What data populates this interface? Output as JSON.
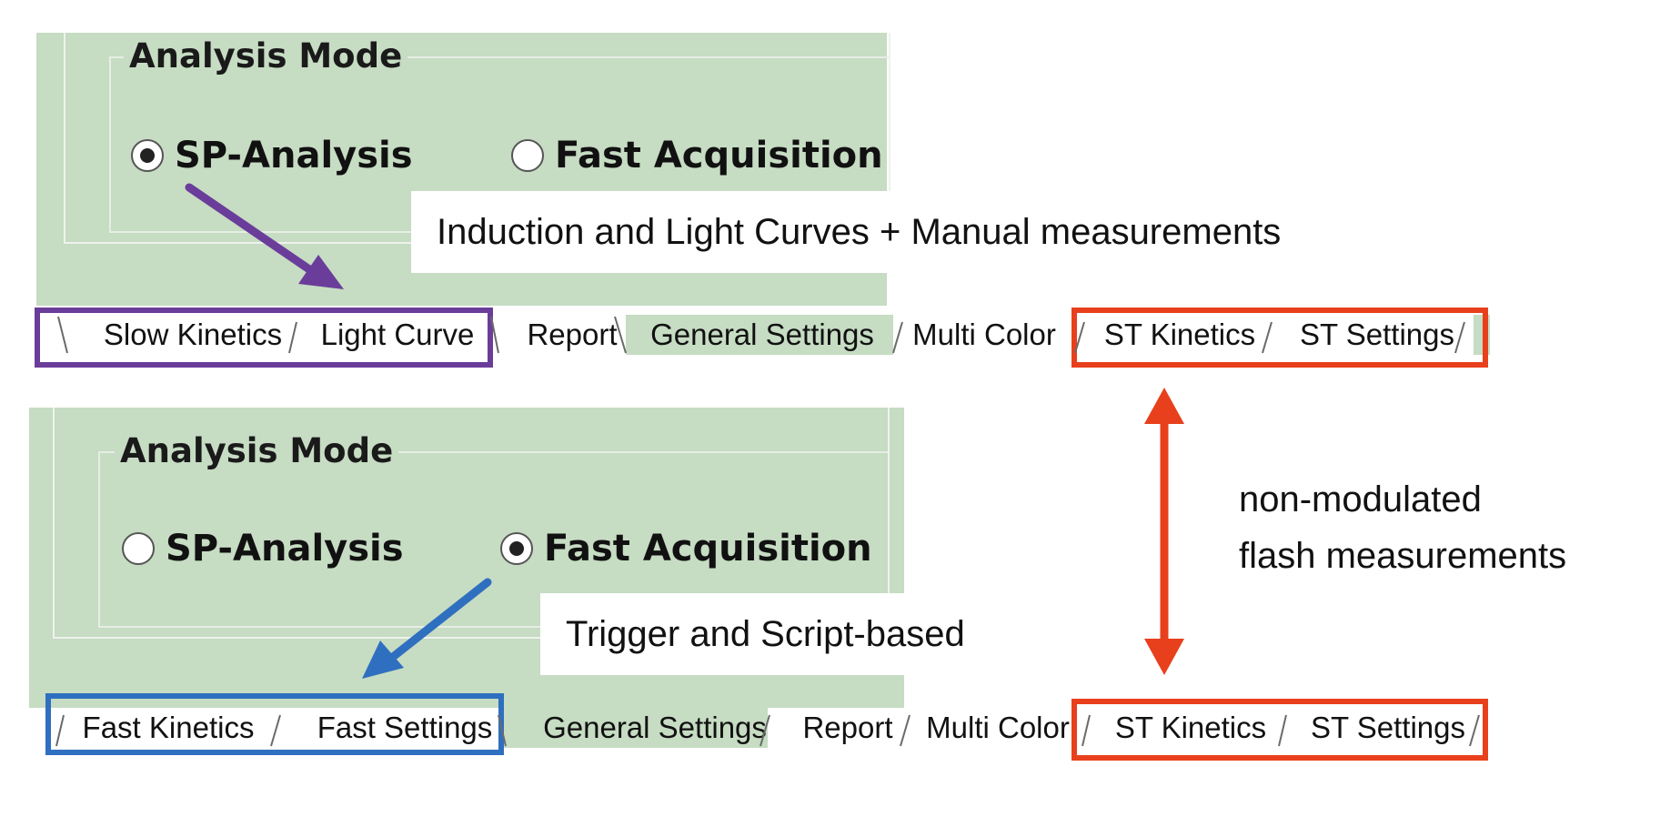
{
  "top": {
    "group_title": "Analysis Mode",
    "radios": [
      {
        "label": "SP-Analysis",
        "checked": true
      },
      {
        "label": "Fast Acquisition",
        "checked": false
      }
    ],
    "callout": "Induction and Light Curves + Manual measurements",
    "tabs": [
      "Slow Kinetics",
      "Light Curve",
      "Report",
      "General Settings",
      "Multi Color",
      "ST Kinetics",
      "ST Settings"
    ]
  },
  "bottom": {
    "group_title": "Analysis Mode",
    "radios": [
      {
        "label": "SP-Analysis",
        "checked": false
      },
      {
        "label": "Fast Acquisition",
        "checked": true
      }
    ],
    "callout": "Trigger and Script-based",
    "tabs": [
      "Fast Kinetics",
      "Fast Settings",
      "General Settings",
      "Report",
      "Multi Color",
      "ST Kinetics",
      "ST Settings"
    ]
  },
  "side_note": {
    "line1": "non-modulated",
    "line2": "flash measurements"
  },
  "colors": {
    "panel_bg": "#c6dcc3",
    "purple": "#6a3d9a",
    "blue": "#2f6fc0",
    "red": "#e8401c"
  },
  "icons": {
    "radio_checked": "radio-checked-icon",
    "radio_unchecked": "radio-unchecked-icon",
    "arrow": "arrow-icon"
  }
}
